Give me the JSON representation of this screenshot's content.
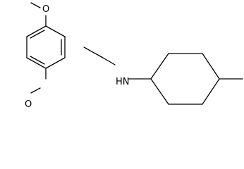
{
  "molecule": {
    "labels": {
      "methoxy_top": "O",
      "methoxy_bottom": "O",
      "amine": "HN"
    },
    "colors": {
      "bond": "#000000",
      "text": "#000000",
      "background": "#ffffff"
    }
  }
}
